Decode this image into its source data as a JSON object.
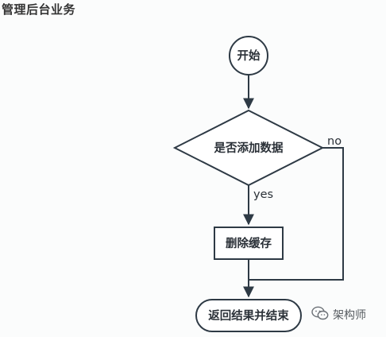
{
  "page": {
    "title": "管理后台业务"
  },
  "flowchart": {
    "nodes": {
      "start": "开始",
      "decision": "是否添加数据",
      "delete_cache": "删除缓存",
      "end": "返回结果并结束"
    },
    "edges": {
      "yes": "yes",
      "no": "no"
    },
    "line_color": "#2e3a45"
  },
  "watermark": {
    "text": "架构师",
    "icon": "wechat-icon"
  }
}
